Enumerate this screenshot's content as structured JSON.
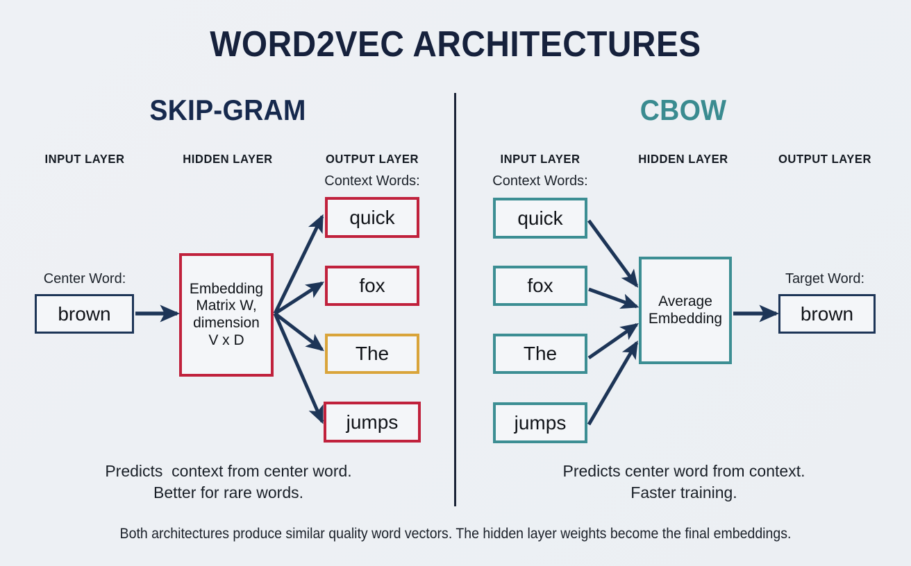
{
  "title": "WORD2VEC ARCHITECTURES",
  "colors": {
    "background": "#eef1f5",
    "navy": "#1d3557",
    "title_navy": "#16213c",
    "teal": "#3c8e93",
    "red": "#c0213c",
    "amber": "#d9a43a",
    "arrow": "#1d3557"
  },
  "skipgram": {
    "heading": "SKIP-GRAM",
    "layers": {
      "input": "INPUT LAYER",
      "hidden": "HIDDEN LAYER",
      "output": "OUTPUT LAYER"
    },
    "input_caption": "Center Word:",
    "input_word": "brown",
    "hidden_lines": [
      "Embedding",
      "Matrix W,",
      "dimension",
      "V x D"
    ],
    "output_caption": "Context Words:",
    "output_words": [
      {
        "text": "quick",
        "color": "red"
      },
      {
        "text": "fox",
        "color": "red"
      },
      {
        "text": "The",
        "color": "amber"
      },
      {
        "text": "jumps",
        "color": "red"
      }
    ],
    "footnote": "Predicts  context from center word.\nBetter for rare words."
  },
  "cbow": {
    "heading": "CBOW",
    "layers": {
      "input": "INPUT LAYER",
      "hidden": "HIDDEN LAYER",
      "output": "OUTPUT LAYER"
    },
    "input_caption": "Context Words:",
    "input_words": [
      {
        "text": "quick",
        "color": "teal"
      },
      {
        "text": "fox",
        "color": "teal"
      },
      {
        "text": "The",
        "color": "teal"
      },
      {
        "text": "jumps",
        "color": "teal"
      }
    ],
    "hidden_lines": [
      "Average",
      "Embedding"
    ],
    "output_caption": "Target Word:",
    "output_word": "brown",
    "footnote": "Predicts center word from context.\nFaster training."
  },
  "bottom_note": "Both architectures produce similar quality word vectors. The hidden layer weights become the final embeddings."
}
